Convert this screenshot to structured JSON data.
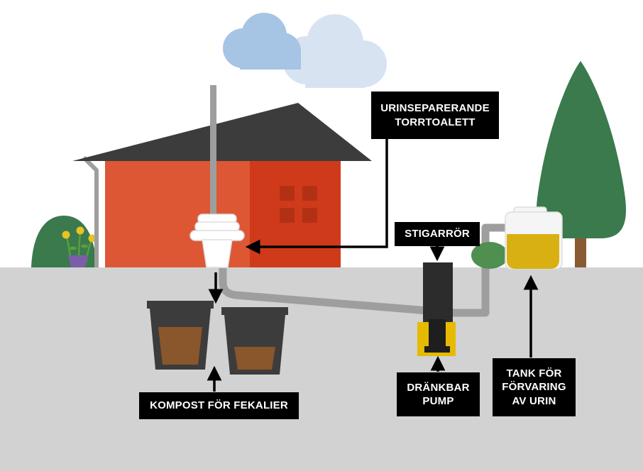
{
  "diagram": {
    "labels": {
      "toilet": "URINSEPARERANDE TORRTOALETT",
      "riser": "STIGARRÖR",
      "pump": "DRÄNKBAR PUMP",
      "tank": "TANK FÖR FÖRVARING AV URIN",
      "compost": "KOMPOST FÖR FEKALIER"
    },
    "colors": {
      "ground": "#d2d2d2",
      "cloud_blue": "#a6c4e4",
      "cloud_light": "#d8e3f2",
      "tree": "#3a7a4c",
      "trunk": "#8a5a33",
      "bush": "#3a7a4c",
      "bush_light": "#4f8f4f",
      "house_front": "#dd5735",
      "house_side": "#cf3a1a",
      "window": "#b23114",
      "roof": "#3d3c3c",
      "pipe": "#9e9e9e",
      "riser": "#2d2c2c",
      "pump_yellow": "#e6ba00",
      "pump_body": "#1e1e1e",
      "tank_yellow": "#d9b012",
      "tank_white": "#f5f5f5",
      "bin": "#3d3c3c",
      "compost": "#8a562b",
      "pot": "#7b5ea7",
      "stem": "#5a9e3f",
      "flower": "#e8c322",
      "label_bg": "#000000",
      "label_text": "#ffffff",
      "arrow": "#000000"
    }
  }
}
